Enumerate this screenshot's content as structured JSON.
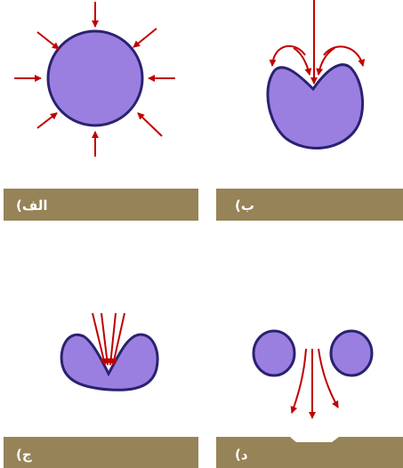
{
  "panels": [
    {
      "id": "a",
      "label": "الف)"
    },
    {
      "id": "b",
      "label": "ب)"
    },
    {
      "id": "c",
      "label": "ج)"
    },
    {
      "id": "d",
      "label": "د)"
    }
  ],
  "colors": {
    "droplet_fill": "#9b7fe0",
    "droplet_outline": "#2a2270",
    "arrow": "#c00000",
    "ground_bar": "#968357"
  }
}
